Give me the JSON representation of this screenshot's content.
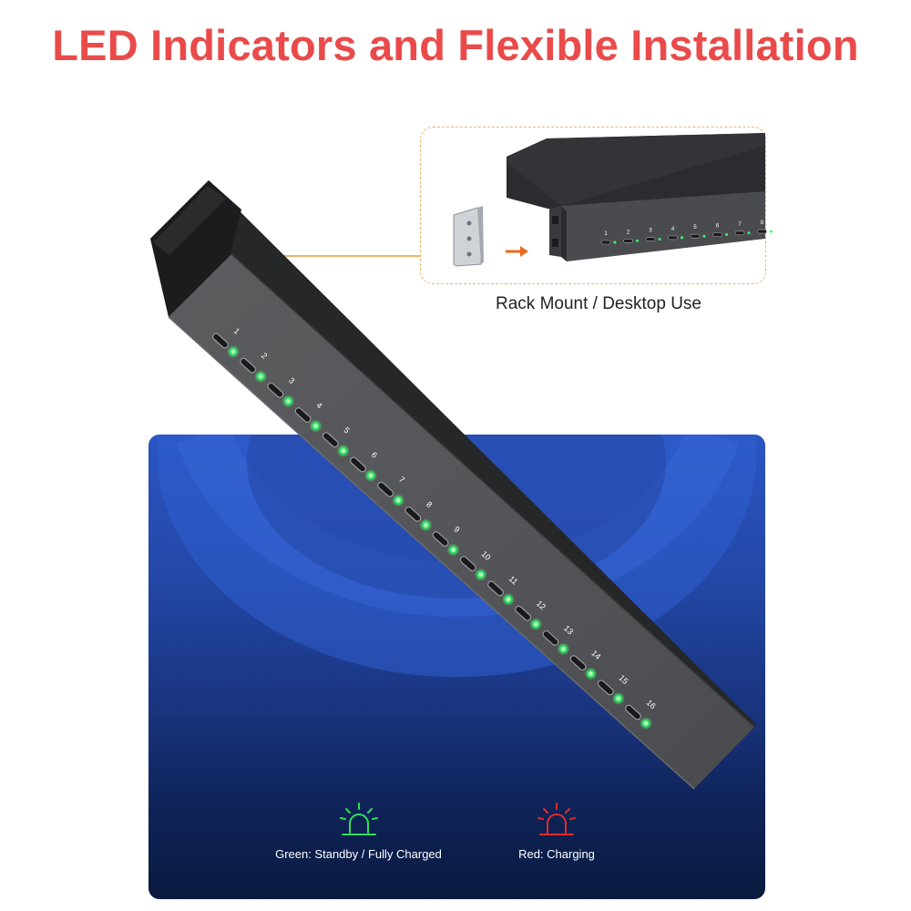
{
  "headline": "LED Indicators and Flexible Installation",
  "inset": {
    "caption": "Rack Mount / Desktop Use",
    "port_labels": [
      "1",
      "2",
      "3",
      "4",
      "5",
      "6",
      "7",
      "8"
    ]
  },
  "device": {
    "port_labels": [
      "1",
      "2",
      "3",
      "4",
      "5",
      "6",
      "7",
      "8",
      "9",
      "10",
      "11",
      "12",
      "13",
      "14",
      "15",
      "16"
    ]
  },
  "legend": {
    "green": {
      "label": "Green: Standby / Fully Charged",
      "icon": "siren-icon",
      "color": "#2fe05a"
    },
    "red": {
      "label": "Red: Charging",
      "icon": "siren-icon",
      "color": "#e42a2a"
    }
  },
  "colors": {
    "headline": "#ea4a4a",
    "led_green": "#36ff6b",
    "accent_orange": "#f0b46a"
  }
}
